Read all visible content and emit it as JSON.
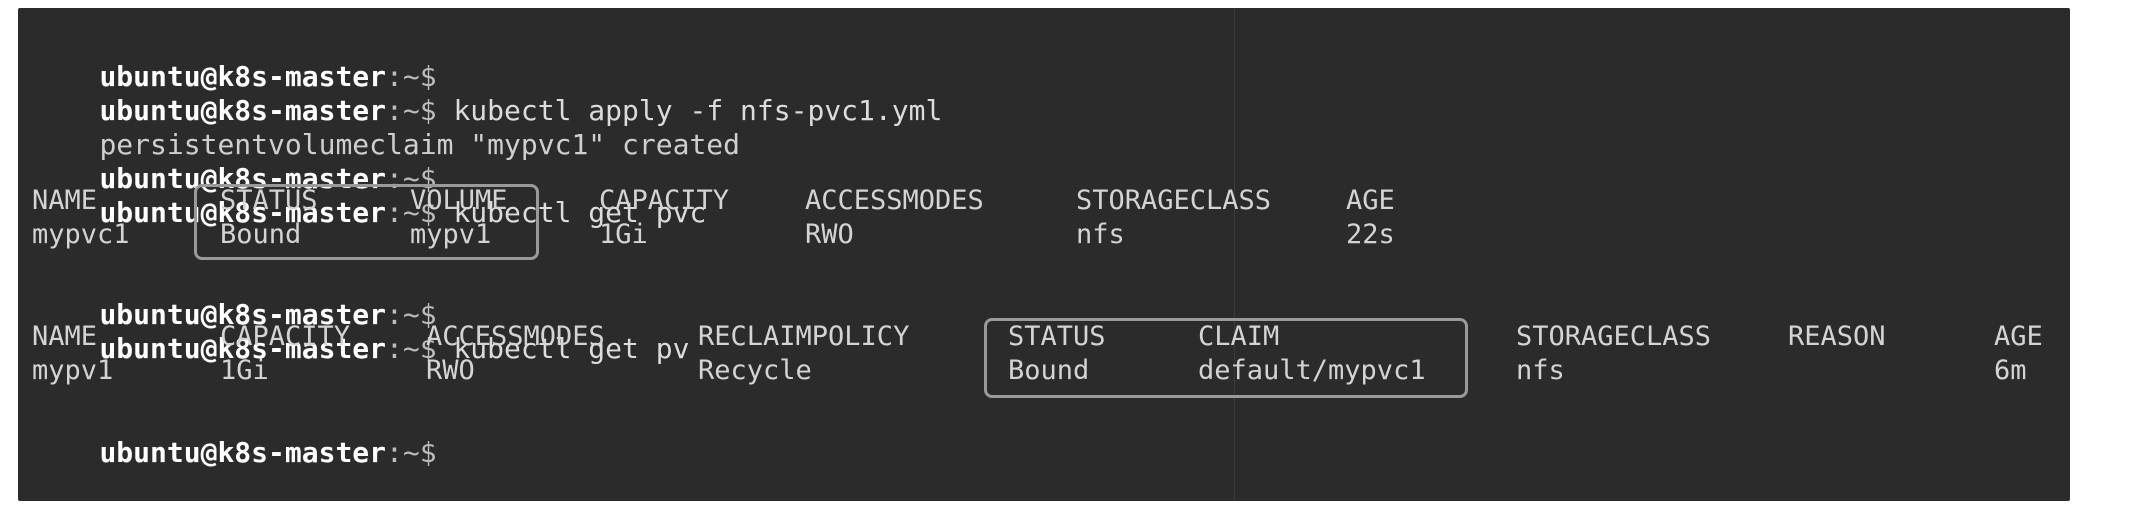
{
  "terminal": {
    "prompt": {
      "user_host": "ubuntu@k8s-master",
      "path": ":~$"
    },
    "lines": [
      {
        "type": "prompt",
        "command": ""
      },
      {
        "type": "prompt",
        "command": " kubectl apply -f nfs-pvc1.yml"
      },
      {
        "type": "output",
        "text": "persistentvolumeclaim \"mypvc1\" created"
      },
      {
        "type": "prompt",
        "command": ""
      },
      {
        "type": "prompt",
        "command": " kubectl get pvc"
      },
      {
        "type": "prompt",
        "command": ""
      },
      {
        "type": "prompt",
        "command": " kubectl get pv"
      },
      {
        "type": "prompt",
        "command": ""
      }
    ],
    "pvc_table": {
      "headers": [
        "NAME",
        "STATUS",
        "VOLUME",
        "CAPACITY",
        "ACCESSMODES",
        "STORAGECLASS",
        "AGE"
      ],
      "row": [
        "mypvc1",
        "Bound",
        "mypv1",
        "1Gi",
        "RWO",
        "nfs",
        "22s"
      ]
    },
    "pv_table": {
      "headers": [
        "NAME",
        "CAPACITY",
        "ACCESSMODES",
        "RECLAIMPOLICY",
        "STATUS",
        "CLAIM",
        "STORAGECLASS",
        "REASON",
        "AGE"
      ],
      "row": [
        "mypv1",
        "1Gi",
        "RWO",
        "Recycle",
        "Bound",
        "default/mypvc1",
        "nfs",
        "",
        "6m"
      ]
    }
  }
}
